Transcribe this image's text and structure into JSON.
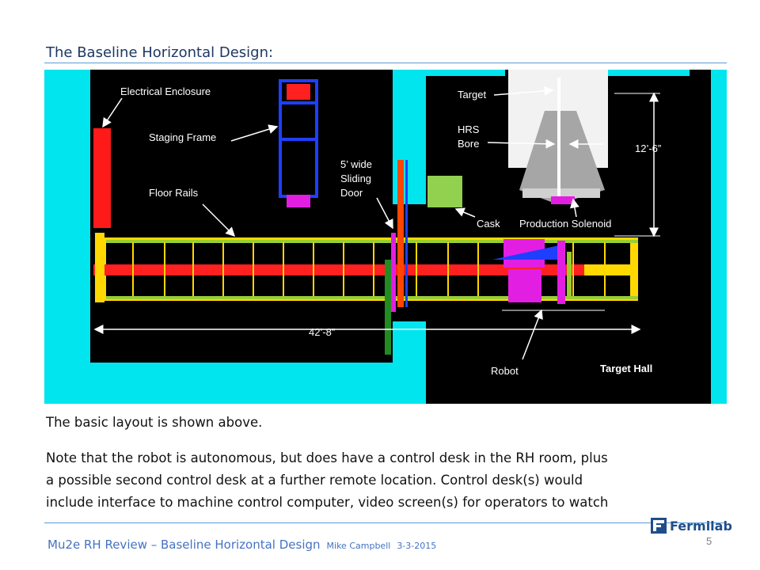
{
  "slide": {
    "title": "The Baseline Horizontal Design:",
    "page_number": "5"
  },
  "diagram": {
    "labels": {
      "electrical_enclosure": "Electrical Enclosure",
      "staging_frame": "Staging Frame",
      "floor_rails": "Floor Rails",
      "sliding_door_1": "5’ wide",
      "sliding_door_2": "Sliding",
      "sliding_door_3": "Door",
      "target": "Target",
      "hrs_1": "HRS",
      "hrs_2": "Bore",
      "height_dim": "12’-6”",
      "cask": "Cask",
      "production_solenoid": "Production Solenoid",
      "length_dim": "42’-8”",
      "robot": "Robot",
      "target_hall": "Target Hall"
    },
    "colors": {
      "background": "#000000",
      "wall": "#00e5ee",
      "enclosure": "#ff1a1a",
      "frame": "#1f3fff",
      "rail_yellow": "#ffd800",
      "rail_green": "#9acd32",
      "rail_red": "#ff2020",
      "cask": "#92d050",
      "robot": "#e31ee3"
    }
  },
  "body": {
    "line1": "The basic layout is shown above.",
    "para_line1": "Note that the robot is autonomous, but does have a control desk in the RH room, plus",
    "para_line2": "a possible second control desk at a further remote location.  Control desk(s) would",
    "para_line3": "include interface to machine control computer, video screen(s) for operators to watch"
  },
  "footer": {
    "title": "Mu2e RH Review – Baseline Horizontal Design",
    "author": "Mike Campbell",
    "date": "3-3-2015",
    "logo_text": "Fermilab"
  }
}
